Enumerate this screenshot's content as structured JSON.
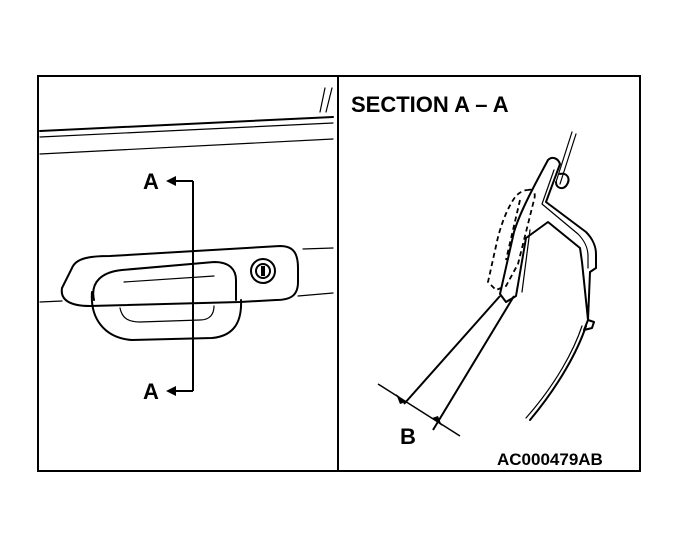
{
  "figure": {
    "section_title": "SECTION A – A",
    "cut_label_top": "A",
    "cut_label_bottom": "A",
    "dimension_label": "B",
    "figure_code": "AC000479AB"
  }
}
